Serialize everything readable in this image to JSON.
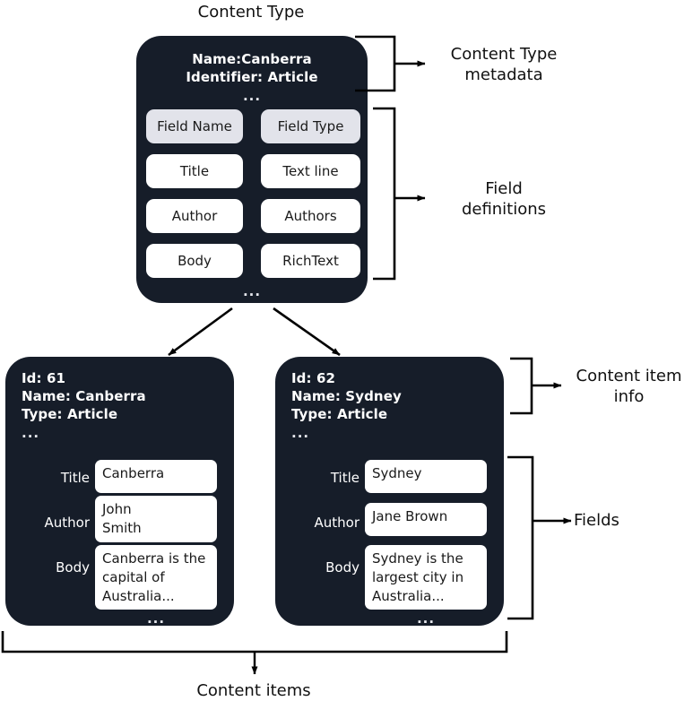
{
  "diagram": {
    "top_caption": "Content Type",
    "bottom_caption": "Content items"
  },
  "content_type_card": {
    "name_line": "Name:Canberra",
    "identifier_line": "Identifier: Article",
    "meta_ellipsis": "...",
    "field_table": {
      "headers": [
        "Field Name",
        "Field Type"
      ],
      "rows": [
        [
          "Title",
          "Text line"
        ],
        [
          "Author",
          "Authors"
        ],
        [
          "Body",
          "RichText"
        ]
      ]
    },
    "fields_ellipsis": "..."
  },
  "annotations": {
    "content_type_metadata": "Content Type\nmetadata",
    "field_definitions": "Field\ndefinitions",
    "content_item_info": "Content item\ninfo",
    "fields": "Fields"
  },
  "content_items": [
    {
      "id_line": "Id: 61",
      "name_line": "Name: Canberra",
      "type_line": "Type: Article",
      "info_ellipsis": "...",
      "fields": [
        {
          "label": "Title",
          "value": "Canberra"
        },
        {
          "label": "Author",
          "value": "John\nSmith"
        },
        {
          "label": "Body",
          "value": "Canberra is the\ncapital of\nAustralia..."
        }
      ],
      "fields_ellipsis": "..."
    },
    {
      "id_line": "Id: 62",
      "name_line": "Name: Sydney",
      "type_line": "Type: Article",
      "info_ellipsis": "...",
      "fields": [
        {
          "label": "Title",
          "value": "Sydney"
        },
        {
          "label": "Author",
          "value": "Jane Brown"
        },
        {
          "label": "Body",
          "value": "Sydney is the\nlargest city in\nAustralia..."
        }
      ],
      "fields_ellipsis": "..."
    }
  ],
  "colors": {
    "card_background": "#161d29",
    "card_text": "#ffffff",
    "pill_header_background": "#e2e3ea",
    "pill_background": "#ffffff",
    "value_background": "#ffffff",
    "connector": "#000000",
    "page_background": "#ffffff"
  }
}
